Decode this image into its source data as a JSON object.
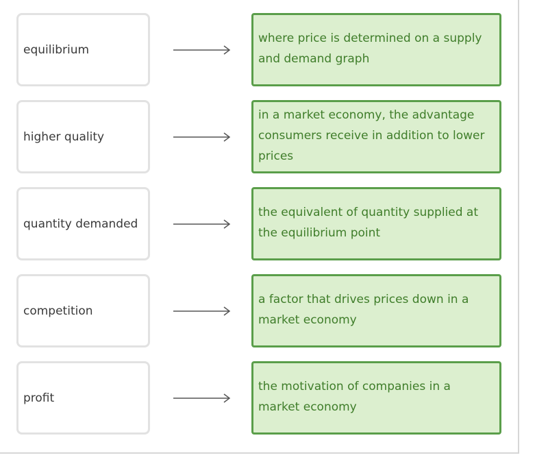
{
  "colors": {
    "term_border": "#e2e2e2",
    "term_text": "#3a3a3a",
    "definition_border": "#5a9e4a",
    "definition_background": "#dcefcf",
    "definition_text": "#3f7d2a",
    "arrow": "#555555"
  },
  "matches": [
    {
      "term": "equilibrium",
      "arrow_icon": "arrow-right-icon",
      "definition": "where price is determined on a supply and demand graph"
    },
    {
      "term": "higher quality",
      "arrow_icon": "arrow-right-icon",
      "definition": "in a market economy, the advantage consumers receive in addition to lower prices"
    },
    {
      "term": "quantity demanded",
      "arrow_icon": "arrow-right-icon",
      "definition": "the equivalent of quantity supplied at the equilibrium point"
    },
    {
      "term": "competition",
      "arrow_icon": "arrow-right-icon",
      "definition": "a factor that drives prices down in a market economy"
    },
    {
      "term": "profit",
      "arrow_icon": "arrow-right-icon",
      "definition": "the motivation of companies in a market economy"
    }
  ]
}
